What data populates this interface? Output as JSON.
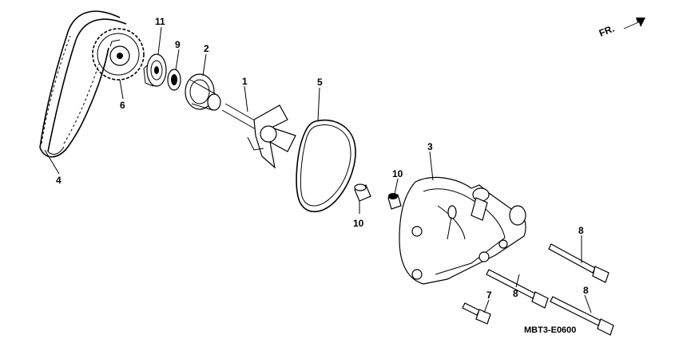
{
  "direction": {
    "label": "FR.",
    "icon": "front-direction-arrow-icon"
  },
  "diagram_code": "MBT3-E0600",
  "callouts": {
    "p11": "11",
    "p9": "9",
    "p2": "2",
    "p1": "1",
    "p5": "5",
    "p6": "6",
    "p4": "4",
    "p3": "3",
    "p10a": "10",
    "p10b": "10",
    "p8a": "8",
    "p8b": "8",
    "p8c": "8",
    "p7": "7"
  }
}
